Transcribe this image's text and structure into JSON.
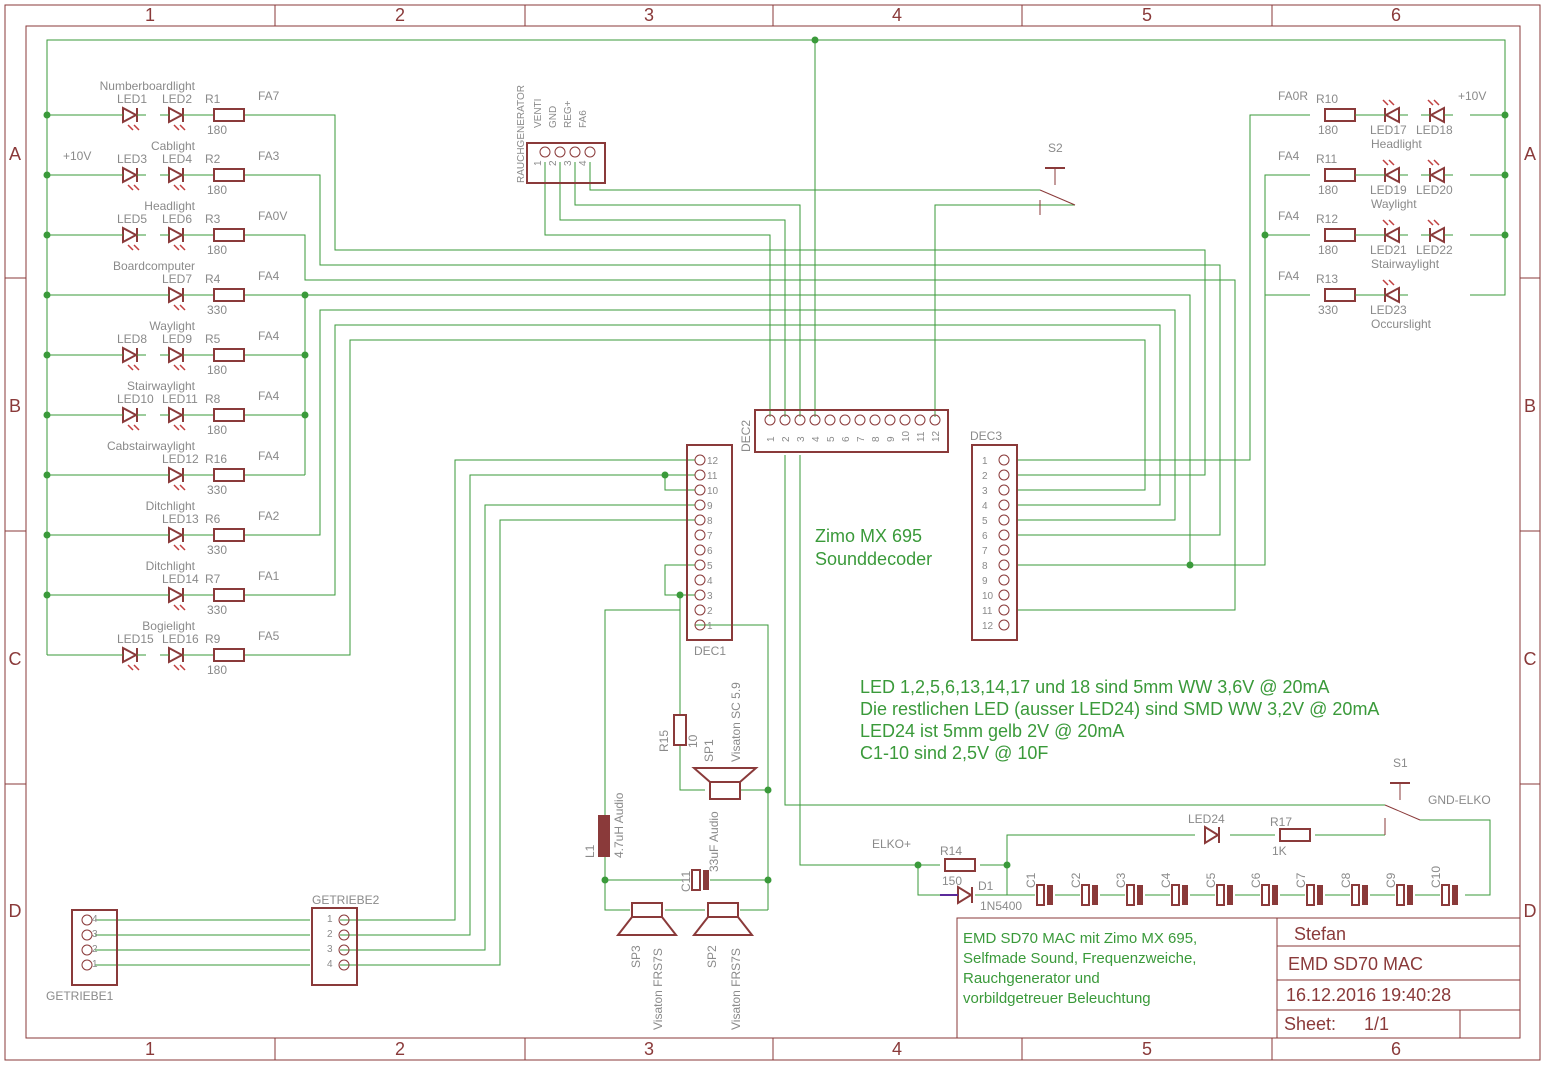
{
  "frame": {
    "columns": [
      "1",
      "2",
      "3",
      "4",
      "5",
      "6"
    ],
    "rows": [
      "A",
      "B",
      "C",
      "D"
    ]
  },
  "colors": {
    "frame": "#8a3a3a",
    "wire": "#3a9a3a",
    "label": "#8a8a8a",
    "component": "#8a3a3a",
    "led_arrows": "#c04040"
  },
  "labels": {
    "plus10v_left": "+10V",
    "plus10v_right": "+10V",
    "left_groups": [
      {
        "title": "Numberboardlight",
        "leds": [
          "LED1",
          "LED2"
        ],
        "res": "R1",
        "val": "180",
        "fa": "FA7"
      },
      {
        "title": "Cablight",
        "leds": [
          "LED3",
          "LED4"
        ],
        "res": "R2",
        "val": "180",
        "fa": "FA3"
      },
      {
        "title": "Headlight",
        "leds": [
          "LED5",
          "LED6"
        ],
        "res": "R3",
        "val": "180",
        "fa": "FA0V"
      },
      {
        "title": "Boardcomputer",
        "leds": [
          "LED7"
        ],
        "res": "R4",
        "val": "330",
        "fa": "FA4"
      },
      {
        "title": "Waylight",
        "leds": [
          "LED8",
          "LED9"
        ],
        "res": "R5",
        "val": "180",
        "fa": "FA4"
      },
      {
        "title": "Stairwaylight",
        "leds": [
          "LED10",
          "LED11"
        ],
        "res": "R8",
        "val": "180",
        "fa": "FA4"
      },
      {
        "title": "Cabstairwaylight",
        "leds": [
          "LED12"
        ],
        "res": "R16",
        "val": "330",
        "fa": "FA4"
      },
      {
        "title": "Ditchlight",
        "leds": [
          "LED13"
        ],
        "res": "R6",
        "val": "330",
        "fa": "FA2"
      },
      {
        "title": "Ditchlight",
        "leds": [
          "LED14"
        ],
        "res": "R7",
        "val": "330",
        "fa": "FA1"
      },
      {
        "title": "Bogielight",
        "leds": [
          "LED15",
          "LED16"
        ],
        "res": "R9",
        "val": "180",
        "fa": "FA5"
      }
    ],
    "right_groups": [
      {
        "title": "Headlight",
        "leds": [
          "LED17",
          "LED18"
        ],
        "res": "R10",
        "val": "180",
        "fa": "FA0R"
      },
      {
        "title": "Waylight",
        "leds": [
          "LED19",
          "LED20"
        ],
        "res": "R11",
        "val": "180",
        "fa": "FA4"
      },
      {
        "title": "Stairwaylight",
        "leds": [
          "LED21",
          "LED22"
        ],
        "res": "R12",
        "val": "180",
        "fa": "FA4"
      },
      {
        "title": "Occurslight",
        "leds": [
          "LED23"
        ],
        "res": "R13",
        "val": "330",
        "fa": "FA4"
      }
    ],
    "rauch": {
      "name": "RAUCHGENERATOR",
      "pins": [
        "VENTI",
        "GND",
        "REG+",
        "FA6"
      ],
      "nums": [
        "1",
        "2",
        "3",
        "4"
      ]
    },
    "s2": "S2",
    "s1": "S1",
    "gnd_elko": "GND-ELKO",
    "dec1": "DEC1",
    "dec2": "DEC2",
    "dec3": "DEC3",
    "dec_pins": [
      "1",
      "2",
      "3",
      "4",
      "5",
      "6",
      "7",
      "8",
      "9",
      "10",
      "11",
      "12"
    ],
    "decoder_line1": "Zimo MX 695",
    "decoder_line2": "Sounddecoder",
    "notes": [
      "LED 1,2,5,6,13,14,17 und 18 sind 5mm WW 3,6V @ 20mA",
      "Die restlichen LED (ausser LED24) sind SMD WW 3,2V @ 20mA",
      "LED24 ist 5mm gelb 2V @ 20mA",
      "C1-10 sind 2,5V @ 10F"
    ],
    "r15": "R15",
    "r15v": "10",
    "sp1": "SP1",
    "sp1t": "Visaton SC 5.9",
    "l1": "L1",
    "l1v": "4.7uH Audio",
    "c11": "C11",
    "c11v": "33uF Audio",
    "sp3": "SP3",
    "sp3t": "Visaton FRS7S",
    "sp2": "SP2",
    "sp2t": "Visaton FRS7S",
    "led24": "LED24",
    "r17": "R17",
    "r17v": "1K",
    "elko": "ELKO+",
    "r14": "R14",
    "r14v": "150",
    "d1": "D1",
    "d1v": "1N5400",
    "caps": [
      "C1",
      "C2",
      "C3",
      "C4",
      "C5",
      "C6",
      "C7",
      "C8",
      "C9",
      "C10"
    ],
    "getriebe1": "GETRIEBE1",
    "getriebe2": "GETRIEBE2",
    "getriebe_pins": [
      "1",
      "2",
      "3",
      "4"
    ]
  },
  "title_block": {
    "description": "EMD SD70 MAC mit Zimo MX 695, Selfmade Sound, Frequenzweiche, Rauchgenerator und vorbildgetreuer Beleuchtung",
    "desc_lines": [
      "EMD SD70 MAC mit Zimo MX 695,",
      "Selfmade Sound, Frequenzweiche,",
      "Rauchgenerator und",
      "vorbildgetreuer Beleuchtung"
    ],
    "author": "Stefan",
    "project": "EMD SD70 MAC",
    "date": "16.12.2016 19:40:28",
    "sheet_label": "Sheet:",
    "sheet_value": "1/1"
  }
}
